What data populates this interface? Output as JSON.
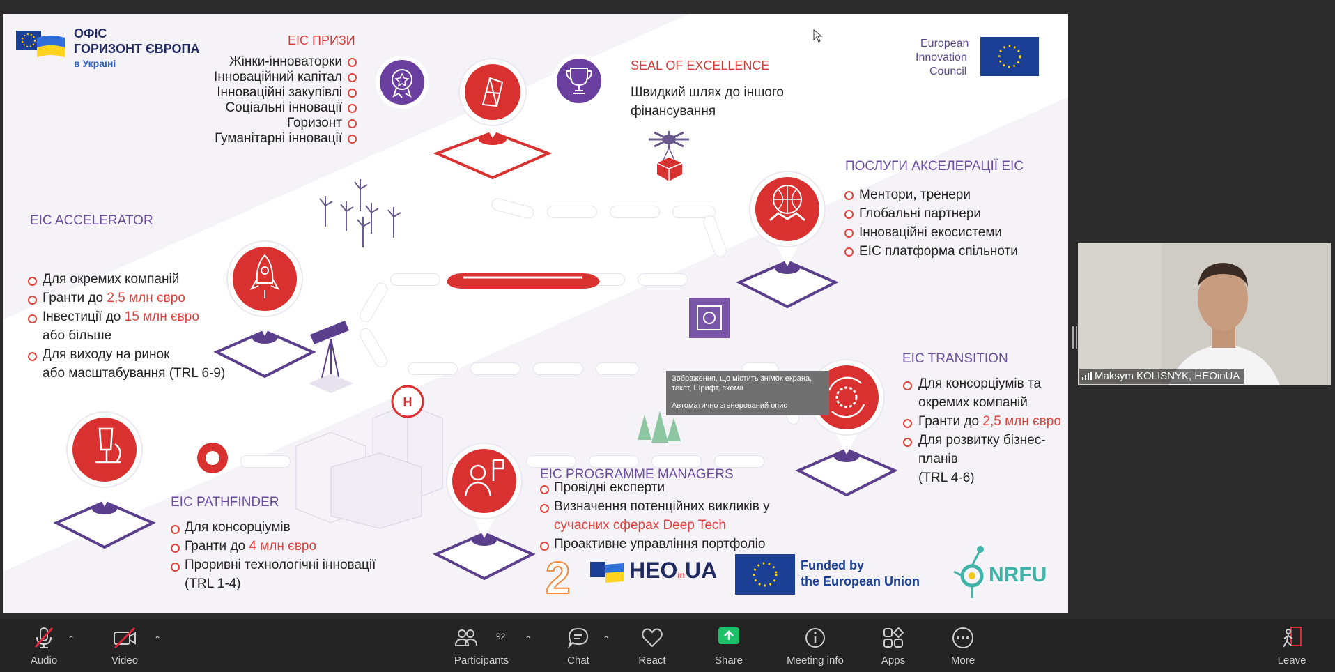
{
  "slide": {
    "office_logo": {
      "line1": "ОФІС",
      "line2": "ГОРИЗОНТ ЄВРОПА",
      "line3": "в Україні"
    },
    "eic_logo": {
      "line1": "European",
      "line2": "Innovation",
      "line3": "Council"
    },
    "prizes": {
      "title": "EIC ПРИЗИ",
      "items": [
        "Жінки-інноваторки",
        "Інноваційний капітал",
        "Інноваційні закупівлі",
        "Соціальні інновації",
        "Горизонт",
        "Гуманітарні інновації"
      ]
    },
    "seal": {
      "title": "SEAL OF EXCELLENCE",
      "line1": "Швидкий шлях до іншого",
      "line2": "фінансування"
    },
    "acceleration": {
      "title": "ПОСЛУГИ АКСЕЛЕРАЦІЇ EIC",
      "items": [
        "Ментори, тренери",
        "Глобальні партнери",
        "Інноваційні екосистеми",
        "EIC платформа спільноти"
      ]
    },
    "accelerator": {
      "title": "EIC ACCELERATOR",
      "item1": "Для окремих компаній",
      "item2_pre": "Гранти до ",
      "item2_red": "2,5 млн євро",
      "item3_pre": "Інвестиції до ",
      "item3_red": "15 млн євро",
      "item3_cont": "або більше",
      "item4": "Для виходу на ринок",
      "item4_cont": "або масштабування (TRL 6-9)"
    },
    "transition": {
      "title": "EIC TRANSITION",
      "item1": "Для консорціумів та",
      "item1_cont": "окремих компаній",
      "item2_pre": "Гранти до ",
      "item2_red": "2,5 млн євро",
      "item3": "Для розвитку бізнес-",
      "item3_cont": "планів",
      "item3_cont2": "(TRL 4-6)"
    },
    "pathfinder": {
      "title": "EIC PATHFINDER",
      "item1": "Для консорціумів",
      "item2_pre": "Гранти до ",
      "item2_red": "4 млн євро",
      "item3": "Проривні технологічні інновації",
      "item3_cont": "(TRL 1-4)"
    },
    "managers": {
      "title": "EIC PROGRAMME MANAGERS",
      "item1": "Провідні експерти",
      "item2": "Визначення потенційних викликів у",
      "item2_red": "сучасних сферах Deep Tech",
      "item3": "Проактивне управління портфоліо"
    },
    "footer": {
      "page_number": "2",
      "heo_logo": "HEO",
      "heo_in": "in",
      "heo_ua": "UA",
      "funded_line1": "Funded by",
      "funded_line2": "the European Union",
      "nrfu": "NRFU"
    },
    "tooltip": {
      "line1": "Зображення, що містить знімок екрана,",
      "line2": "текст, Шрифт, схема",
      "line3": "Автоматично згенерований опис"
    },
    "colors": {
      "accent_red": "#d9312f",
      "purple": "#6b4e9e",
      "eu_blue": "#1b3f95",
      "eu_yellow": "#ffd400"
    }
  },
  "participant_video": {
    "name": "Maksym KOLISNYK, HEOinUA"
  },
  "toolbar": {
    "audio": "Audio",
    "video": "Video",
    "participants": "Participants",
    "participants_count": "92",
    "chat": "Chat",
    "react": "React",
    "share": "Share",
    "meeting_info": "Meeting info",
    "apps": "Apps",
    "more": "More",
    "leave": "Leave"
  }
}
